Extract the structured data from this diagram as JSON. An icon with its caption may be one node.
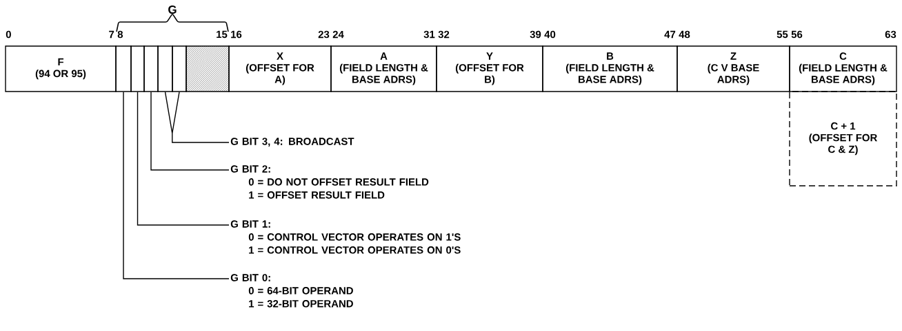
{
  "diagram": {
    "nodes": [
      {
        "text": [
          "F",
          "(94 OR 95)"
        ]
      },
      {
        "text": [],
        "shape": "box"
      },
      {
        "text": [],
        "shape": "box"
      },
      {
        "text": [],
        "shape": "box"
      },
      {
        "text": [],
        "shape": "box"
      },
      {
        "text": [],
        "shape": "box"
      },
      {
        "text": [],
        "shape": "box"
      },
      {
        "text": [
          "X",
          "(OFFSET FOR A)"
        ]
      },
      {
        "text": [
          "A",
          "(FIELD LENGTH & BASE ADRS)"
        ]
      },
      {
        "text": [
          "Y",
          "(OFFSET FOR B)"
        ]
      },
      {
        "text": [
          "B",
          "(FIELD LENGTH & BASE ADRS)"
        ]
      },
      {
        "text": [
          "Z",
          "(C V BASE ADRS)"
        ]
      },
      {
        "text": [
          "C",
          "(FIELD LENGTH & BASE ADRS)"
        ]
      },
      {
        "text": [
          "C + 1",
          "(OFFSET FOR C & Z)"
        ]
      },
      {
        "text": [
          "G BIT 3, 4: BROADCAST"
        ]
      },
      {
        "text": [
          "G BIT 2:",
          "0 = DO NOT OFFSET RESULT FIELD",
          "1 = OFFSET RESULT FIELD"
        ]
      },
      {
        "text": [
          "G BIT 1:",
          "0 = CONTROL VECTOR OPERATES ON 1'S",
          "1 = CONTROL VECTOR OPERATES ON 0'S"
        ]
      },
      {
        "text": [
          "G BIT 0:",
          "0 = 64-BIT OPERAND",
          "1 = 32-BIT OPERAND"
        ]
      }
    ],
    "edges": [
      {
        "from": 14,
        "to": 4,
        "arrow": "none"
      },
      {
        "from": 14,
        "to": 5,
        "arrow": "none"
      },
      {
        "from": 15,
        "to": 3,
        "arrow": "none"
      },
      {
        "from": 16,
        "to": 2,
        "arrow": "none"
      },
      {
        "from": 17,
        "to": 1,
        "arrow": "none"
      }
    ],
    "labels": [
      "G",
      "0",
      "7",
      "8",
      "15",
      "16",
      "23",
      "24",
      "31",
      "32",
      "39",
      "40",
      "47",
      "48",
      "55",
      "56",
      "63"
    ]
  }
}
